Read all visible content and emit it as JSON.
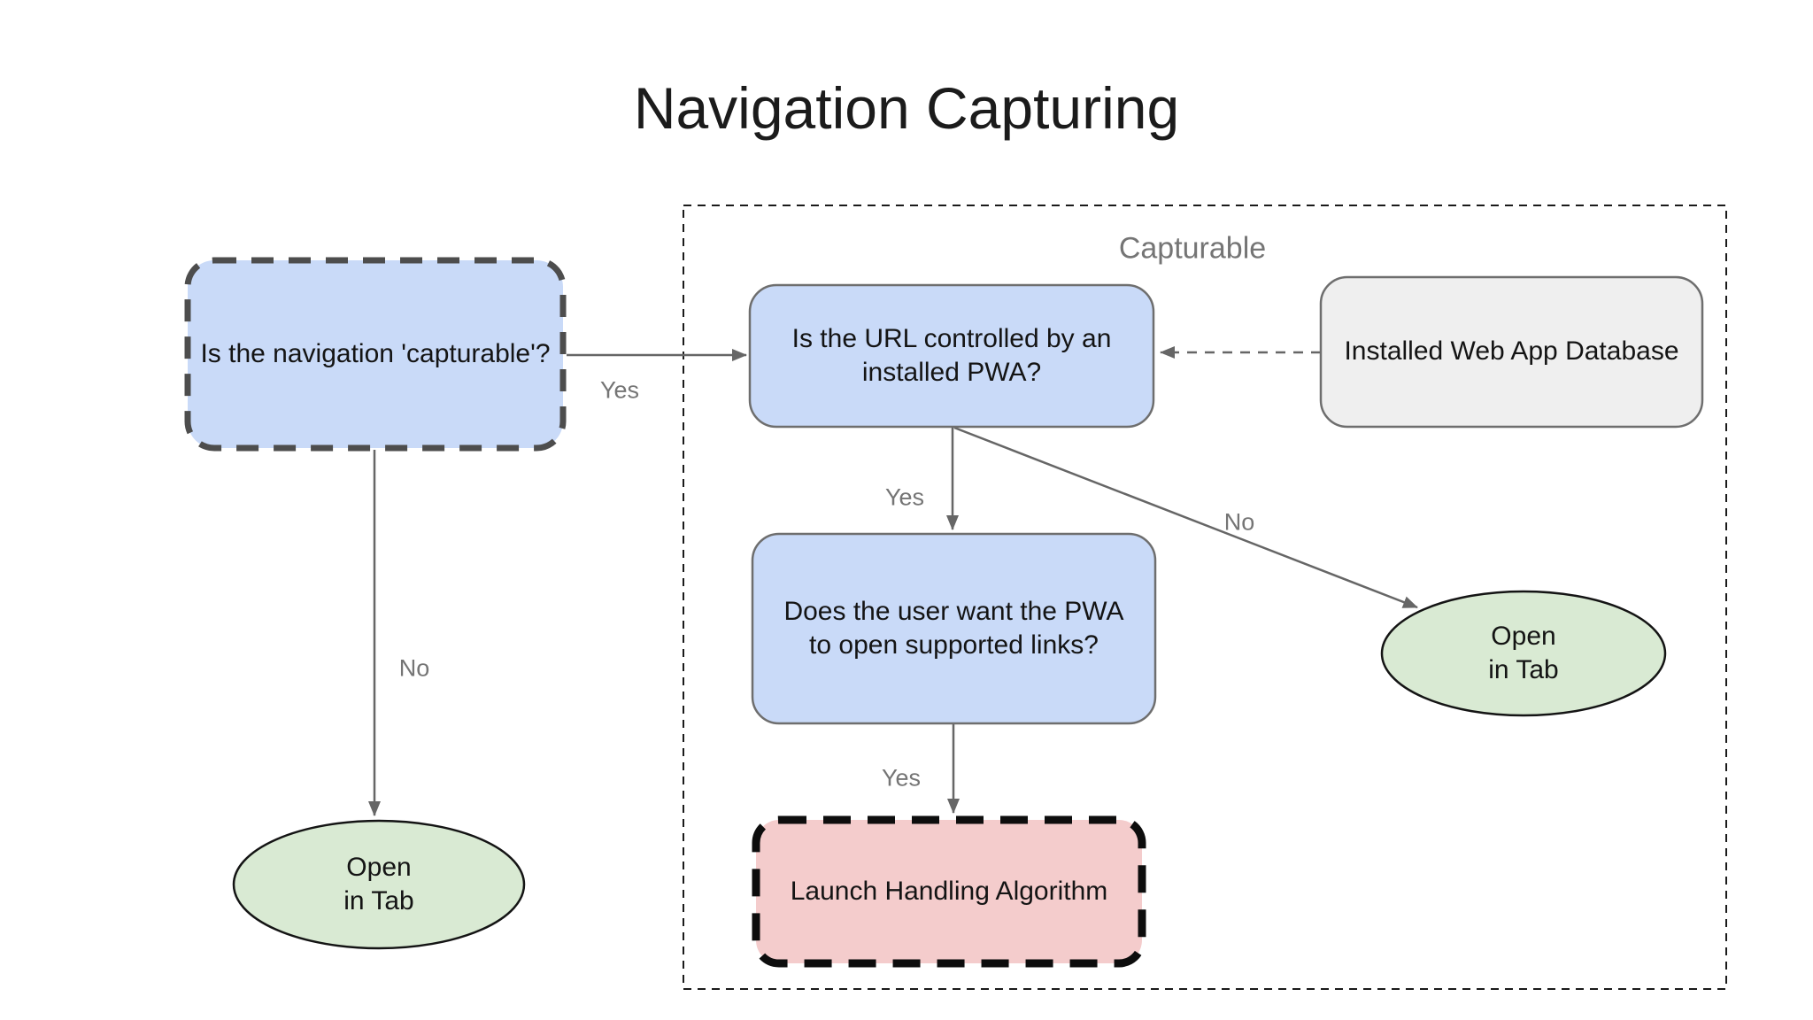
{
  "title": "Navigation Capturing",
  "group": {
    "label": "Capturable"
  },
  "nodes": {
    "is_navigation_capturable": {
      "text": "Is the navigation 'capturable'?"
    },
    "is_url_controlled": {
      "text": "Is the URL controlled by an installed PWA?"
    },
    "installed_web_app_database": {
      "text": "Installed Web App Database"
    },
    "does_user_want": {
      "text": "Does the user want the PWA to open supported links?"
    },
    "launch_handling_algorithm": {
      "text": "Launch Handling Algorithm"
    },
    "open_in_tab_left": {
      "text": "Open\nin Tab"
    },
    "open_in_tab_right": {
      "text": "Open\nin Tab"
    }
  },
  "edge_labels": {
    "capturable_yes": "Yes",
    "capturable_no": "No",
    "url_yes": "Yes",
    "url_no": "No",
    "user_yes": "Yes"
  },
  "colors": {
    "node_blue": "#c9daf8",
    "node_green": "#d9ead3",
    "node_pink": "#f4cccc",
    "node_gray": "#efefef",
    "arrow_gray": "#666666",
    "label_gray": "#757575",
    "dashed_dark": "#4d4d4d",
    "black": "#0d0d0d"
  }
}
